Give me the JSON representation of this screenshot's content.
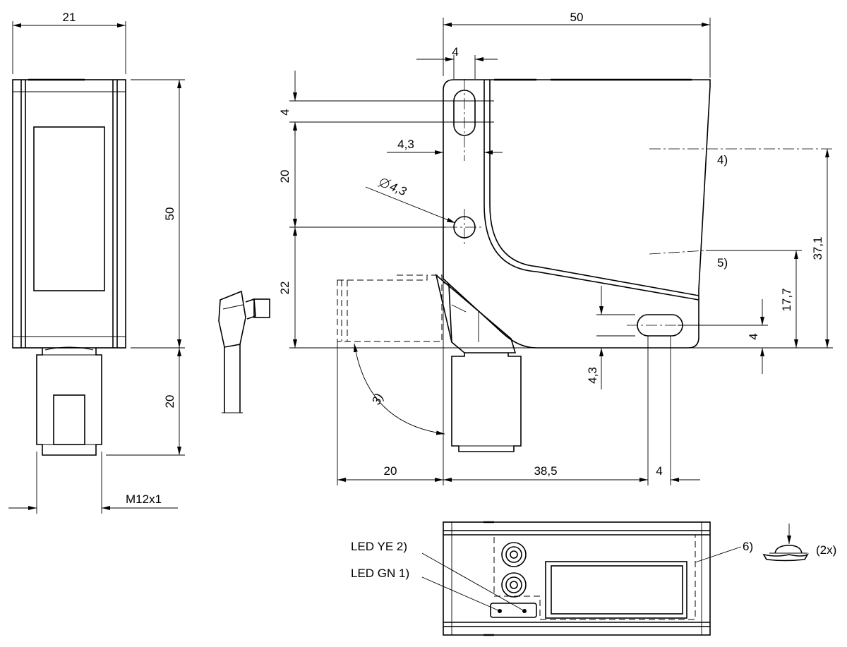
{
  "dimensions": {
    "side_width": "21",
    "side_height": "50",
    "connector_length": "20",
    "thread": "M12x1",
    "front_width": "50",
    "slot_width": "4",
    "slot_height": "4",
    "slot_offset": "4,3",
    "hole_diameter": "4,3",
    "spacing_upper": "20",
    "spacing_lower": "22",
    "bottom_left": "20",
    "bottom_mid": "38,5",
    "bottom_right": "4",
    "right_slot_height": "4",
    "right_slot_offset": "4,3",
    "height_lower_beam": "17,7",
    "height_upper_beam": "37,1"
  },
  "callouts": {
    "rotation": "3)",
    "upper_beam": "4)",
    "lower_beam": "5)",
    "cover": "6)",
    "quantity": "(2x)",
    "led_yellow": "LED YE 2)",
    "led_green": "LED GN 1)"
  }
}
